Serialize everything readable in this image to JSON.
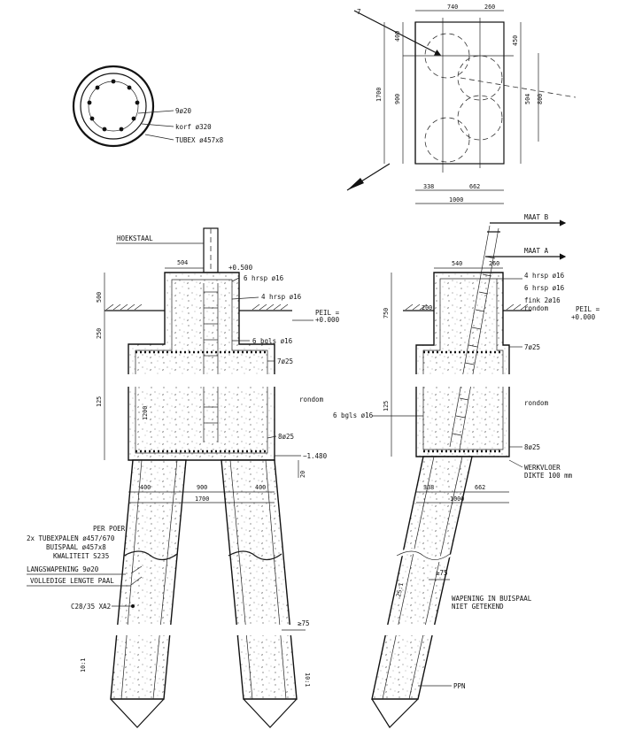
{
  "top_dims": {
    "d740": "740",
    "d260": "260",
    "d400": "400",
    "d450": "450",
    "d1700": "1700",
    "d900": "900",
    "d504": "504",
    "d800": "800",
    "d338": "338",
    "d662": "662",
    "d1000": "1000",
    "arrow_num": "7"
  },
  "section_labels": {
    "bars": "9ø20",
    "korf": "korf ø320",
    "turex": "TUBEX ø457x8"
  },
  "left_view": {
    "hoekstaal": "HOEKSTAAL",
    "d504": "504",
    "lvl0500": "+0.500",
    "r1": "6 hrsp ø16",
    "r2": "4 hrsp ø16",
    "peil": "PEIL =",
    "peil_val": "+0.000",
    "r3": "6 bgls ø16",
    "r4": "7ø25",
    "r5": "8ø25",
    "rondom_a": "rondom",
    "lvl1480": "−1.480",
    "d500": "500",
    "d250": "250",
    "d125": "125",
    "d1200": "1200",
    "d20": "20",
    "d400a": "400",
    "d900": "900",
    "d400b": "400",
    "d1700": "1700"
  },
  "right_view": {
    "maat_b": "MAAT B",
    "maat_a": "MAAT A",
    "d540": "540",
    "d260": "260",
    "r1": "4 hrsp ø16",
    "r2": "6 hrsp ø16",
    "r3": "fink 2ø16",
    "rondom": "rondom",
    "d200": "200",
    "peil": "PEIL =",
    "peil_val": "+0.000",
    "r4": "7ø25",
    "r5": "6 bgls ø16",
    "rondom_b": "rondom",
    "r6": "8ø25",
    "werk1": "WERKVLOER",
    "werk2": "DIKTE 100 mm",
    "d750": "750",
    "d125": "125",
    "d338": "338",
    "d662": "662",
    "d1000": "1000"
  },
  "notes": {
    "n1": "PER POER",
    "n2": "2x TUBEXPALEN ø457/670",
    "n3": "BUISPAAL ø457x8",
    "n4": "KWALITEIT S235",
    "n5": "LANGSWAPENING 9ø20",
    "n6": "VOLLEDIGE LENGTE PAAL",
    "conc": "C28/35 XA2",
    "slope_a": "10:1",
    "slope_b": "10:1",
    "slope_c": "25:1",
    "ang1": "≥75",
    "ang2": "≥75",
    "wap1": "WAPENING IN BUISPAAL",
    "wap2": "NIET GETEKEND",
    "ppn": "PPN"
  }
}
